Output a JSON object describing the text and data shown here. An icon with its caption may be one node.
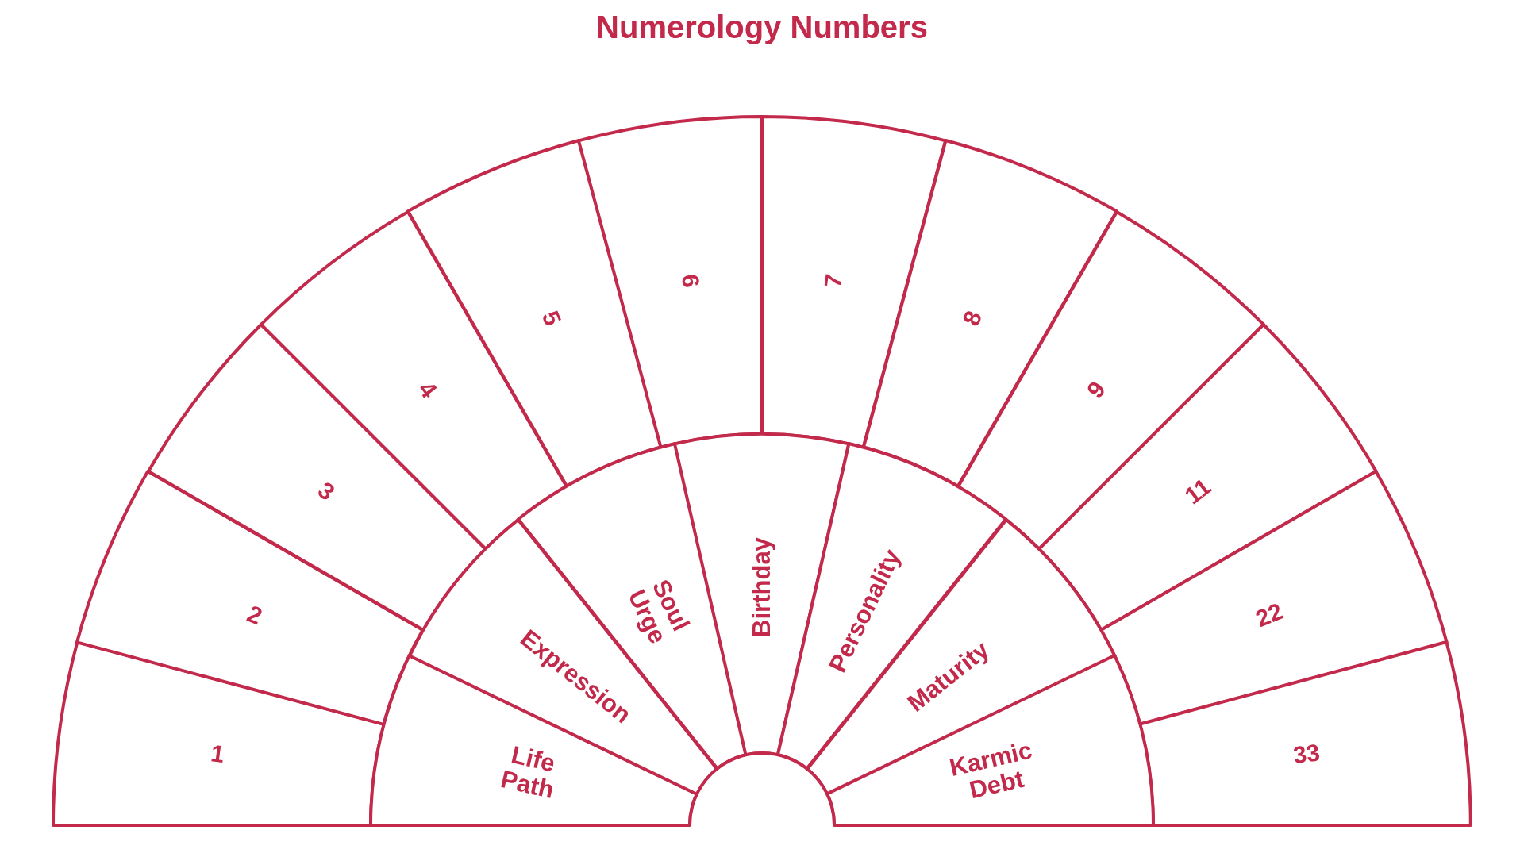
{
  "diagram": {
    "title": "Numerology Numbers",
    "nodes": [
      {
        "text": [
          "1"
        ]
      },
      {
        "text": [
          "2"
        ]
      },
      {
        "text": [
          "3"
        ]
      },
      {
        "text": [
          "4"
        ]
      },
      {
        "text": [
          "5"
        ]
      },
      {
        "text": [
          "6"
        ]
      },
      {
        "text": [
          "7"
        ]
      },
      {
        "text": [
          "8"
        ]
      },
      {
        "text": [
          "9"
        ]
      },
      {
        "text": [
          "11"
        ]
      },
      {
        "text": [
          "22"
        ]
      },
      {
        "text": [
          "33"
        ]
      },
      {
        "text": [
          "Life Path"
        ]
      },
      {
        "text": [
          "Expression"
        ]
      },
      {
        "text": [
          "Soul Urge"
        ]
      },
      {
        "text": [
          "Birthday"
        ]
      },
      {
        "text": [
          "Personality"
        ]
      },
      {
        "text": [
          "Maturity"
        ]
      },
      {
        "text": [
          "Karmic Debt"
        ]
      },
      {
        "text": [],
        "shape": "semicircle"
      }
    ],
    "edges": []
  }
}
